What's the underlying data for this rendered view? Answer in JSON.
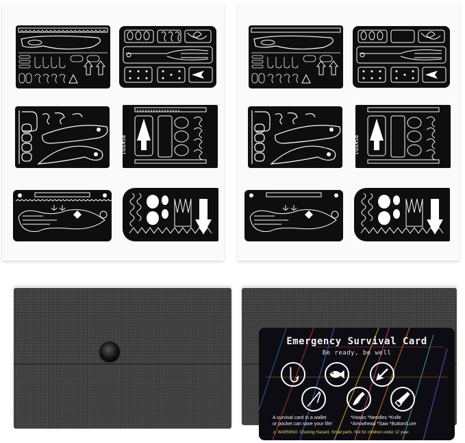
{
  "scene": {
    "description": "Product photo: two sheets of six black multi-tool survival cards each, above two grey felt pouches; one pouch shown closed with snap button, the other with an Emergency Survival Card in front.",
    "colors": {
      "background": "#ffffff",
      "sheet": "#fafafa",
      "card_metal": "#0e0e0e",
      "felt": "#3c3c3c",
      "warning_yellow": "#e2d87a"
    }
  },
  "sheets": [
    {
      "name": "left-sheet",
      "cards": [
        "knife-hooks-arrowheads-card",
        "spoon-fork-hooks-card",
        "knife-blades-hooks-card",
        "arrowhead-ruler-hooks-card",
        "lure-knife-card",
        "saw-arrowhead-card"
      ]
    },
    {
      "name": "right-sheet",
      "cards": [
        "knife-hooks-arrowheads-card",
        "spoon-fork-hooks-card",
        "knife-blades-hooks-card",
        "arrowhead-ruler-hooks-card",
        "lure-knife-card",
        "saw-arrowhead-card"
      ]
    }
  ],
  "pouches": [
    {
      "name": "closed-pouch",
      "has_snap_button": true
    },
    {
      "name": "pouch-with-card",
      "has_snap_button": false
    }
  ],
  "survival_card": {
    "title": "Emergency Survival Card",
    "subtitle": "Be ready, be well",
    "icons": [
      "fishhook-icon",
      "fish-icon",
      "arrow-icon",
      "needle-icon",
      "knife-icon",
      "saw-icon"
    ],
    "left_text": [
      "A survival card in a wallet",
      "or pocket can save your life!"
    ],
    "right_text": [
      "*Hooks  *Needles  *Knife",
      "*Arrowhead  *Saw  *Button/Lure"
    ],
    "warning": "WARNING: Choking Hazard. Small parts. Not for children under 12 year.",
    "warning_symbol": "⚠"
  }
}
